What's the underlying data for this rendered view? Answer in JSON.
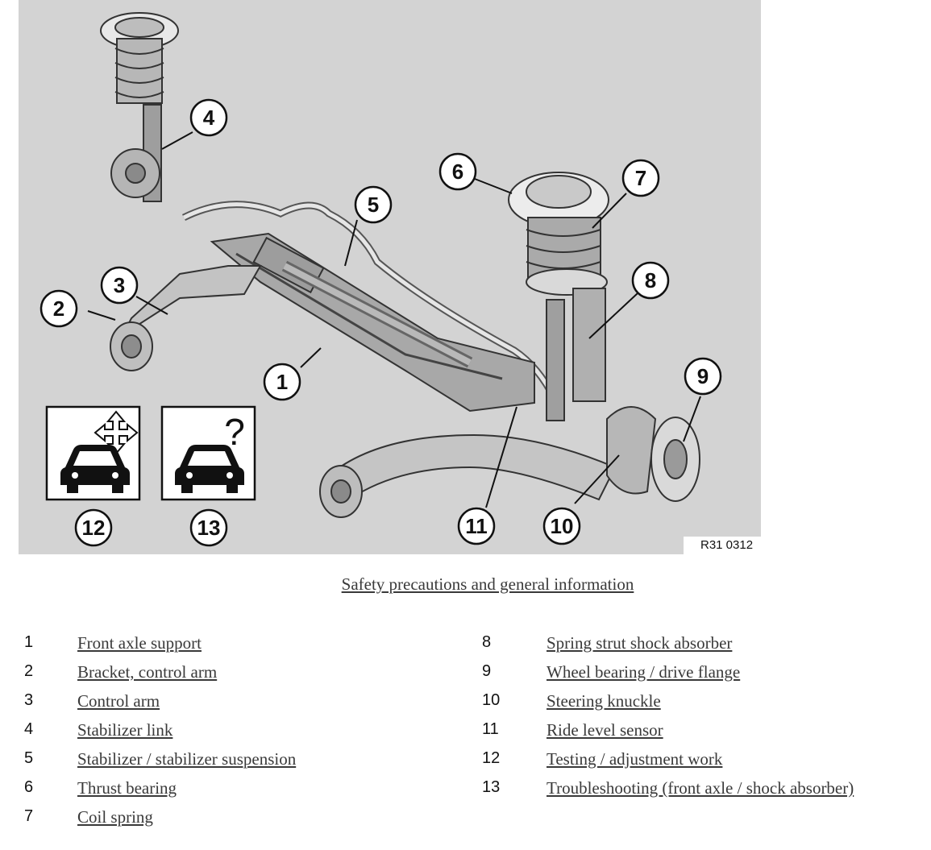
{
  "figure": {
    "ref_code": "R31 0312",
    "callouts": [
      "1",
      "2",
      "3",
      "4",
      "5",
      "6",
      "7",
      "8",
      "9",
      "10",
      "11",
      "12",
      "13"
    ]
  },
  "caption_link": "Safety precautions and general information",
  "legend_left": [
    {
      "num": "1",
      "label": "Front axle support"
    },
    {
      "num": "2",
      "label": "Bracket, control arm"
    },
    {
      "num": "3",
      "label": "Control arm"
    },
    {
      "num": "4",
      "label": "Stabilizer link"
    },
    {
      "num": "5",
      "label": "Stabilizer / stabilizer suspension"
    },
    {
      "num": "6",
      "label": "Thrust bearing"
    },
    {
      "num": "7",
      "label": "Coil spring"
    }
  ],
  "legend_right": [
    {
      "num": "8",
      "label": "Spring strut shock absorber"
    },
    {
      "num": "9",
      "label": "Wheel bearing / drive flange"
    },
    {
      "num": "10",
      "label": "Steering knuckle"
    },
    {
      "num": "11",
      "label": "Ride level sensor"
    },
    {
      "num": "12",
      "label": "Testing / adjustment work"
    },
    {
      "num": "13",
      "label": "Troubleshooting (front axle / shock absorber)"
    }
  ]
}
